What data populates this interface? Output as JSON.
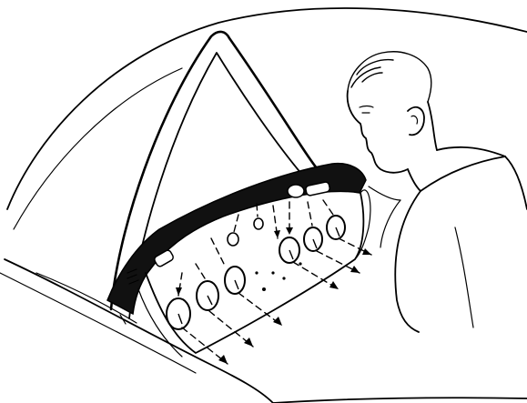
{
  "illustration": {
    "subject": "pilot-viewing-instrument-panel-under-canopy",
    "style": "black-and-white line drawing",
    "ink_color": "#000000",
    "background_color": "#ffffff",
    "panel_color": "#111111",
    "gauge_count": 8,
    "panel_light_count": 3
  }
}
